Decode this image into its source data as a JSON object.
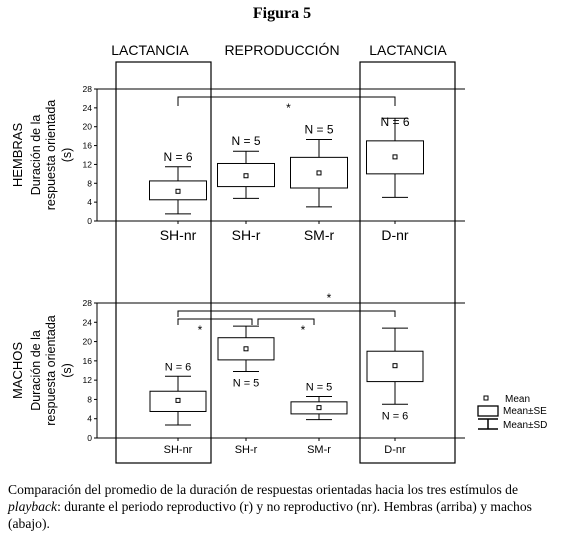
{
  "figure_title": "Figura 5",
  "caption": {
    "part1": "Comparación del promedio de la duración de respuestas orientadas hacia los tres estímulos de ",
    "italic": "playback",
    "part2": ": durante el periodo reproductivo (r) y no reproductivo (nr). Hembras (arriba) y machos (abajo)."
  },
  "column_headers": [
    "LACTANCIA",
    "REPRODUCCIÓN",
    "LACTANCIA"
  ],
  "legend": {
    "mean": "Mean",
    "se": "Mean±SE",
    "sd": "Mean±SD"
  },
  "chart_data": [
    {
      "type": "box",
      "row_label": "HEMBRAS",
      "ylabel": "Duración de la respuesta orientada (s)",
      "ylim": [
        0,
        28
      ],
      "yticks": [
        0,
        4,
        8,
        12,
        16,
        20,
        24,
        28
      ],
      "categories": [
        "SH-nr",
        "SH-r",
        "SM-r",
        "D-nr"
      ],
      "n_labels": [
        "N = 6",
        "N = 5",
        "N = 5",
        "N = 6"
      ],
      "mean": [
        6.3,
        9.6,
        10.2,
        13.6
      ],
      "se_low": [
        4.5,
        7.3,
        7.0,
        10.0
      ],
      "se_high": [
        8.5,
        12.2,
        13.5,
        17.0
      ],
      "sd_low": [
        1.5,
        4.8,
        3.0,
        5.0
      ],
      "sd_high": [
        11.5,
        14.8,
        17.3,
        21.8
      ],
      "significance": [
        {
          "from": "SH-nr",
          "to": "D-nr",
          "label": "*"
        }
      ]
    },
    {
      "type": "box",
      "row_label": "MACHOS",
      "ylabel": "Duración de la respuesta orientada (s)",
      "ylim": [
        0,
        28
      ],
      "yticks": [
        0,
        4,
        8,
        12,
        16,
        20,
        24,
        28
      ],
      "categories": [
        "SH-nr",
        "SH-r",
        "SM-r",
        "D-nr"
      ],
      "n_labels": [
        "N = 6",
        "N = 5",
        "N = 5",
        "N = 6"
      ],
      "mean": [
        7.8,
        18.5,
        6.3,
        15.0
      ],
      "se_low": [
        5.5,
        16.2,
        5.0,
        11.7
      ],
      "se_high": [
        9.7,
        20.8,
        7.5,
        18.0
      ],
      "sd_low": [
        2.7,
        13.8,
        3.8,
        7.0
      ],
      "sd_high": [
        12.8,
        23.2,
        8.6,
        22.8
      ],
      "significance": [
        {
          "from": "SH-nr",
          "to": "SH-r",
          "label": "*"
        },
        {
          "from": "SH-r",
          "to": "SM-r",
          "label": "*"
        },
        {
          "from": "SH-nr",
          "to": "D-nr",
          "label": "*"
        }
      ]
    }
  ]
}
